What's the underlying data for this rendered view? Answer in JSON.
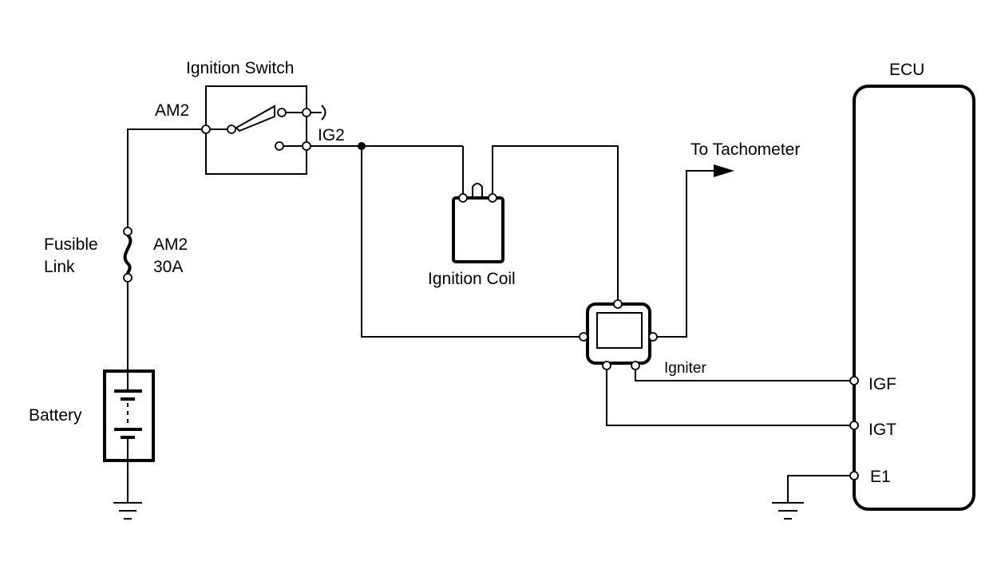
{
  "labels": {
    "ignition_switch": "Ignition Switch",
    "am2_switch": "AM2",
    "ig2": "IG2",
    "fusible_link_line1": "Fusible",
    "fusible_link_line2": "Link",
    "fuse_name": "AM2",
    "fuse_rating": "30A",
    "battery": "Battery",
    "ignition_coil": "Ignition Coil",
    "to_tachometer": "To Tachometer",
    "igniter": "Igniter",
    "ecu": "ECU",
    "igf": "IGF",
    "igt": "IGT",
    "e1": "E1"
  },
  "colors": {
    "line": "#000000",
    "background": "#ffffff"
  }
}
